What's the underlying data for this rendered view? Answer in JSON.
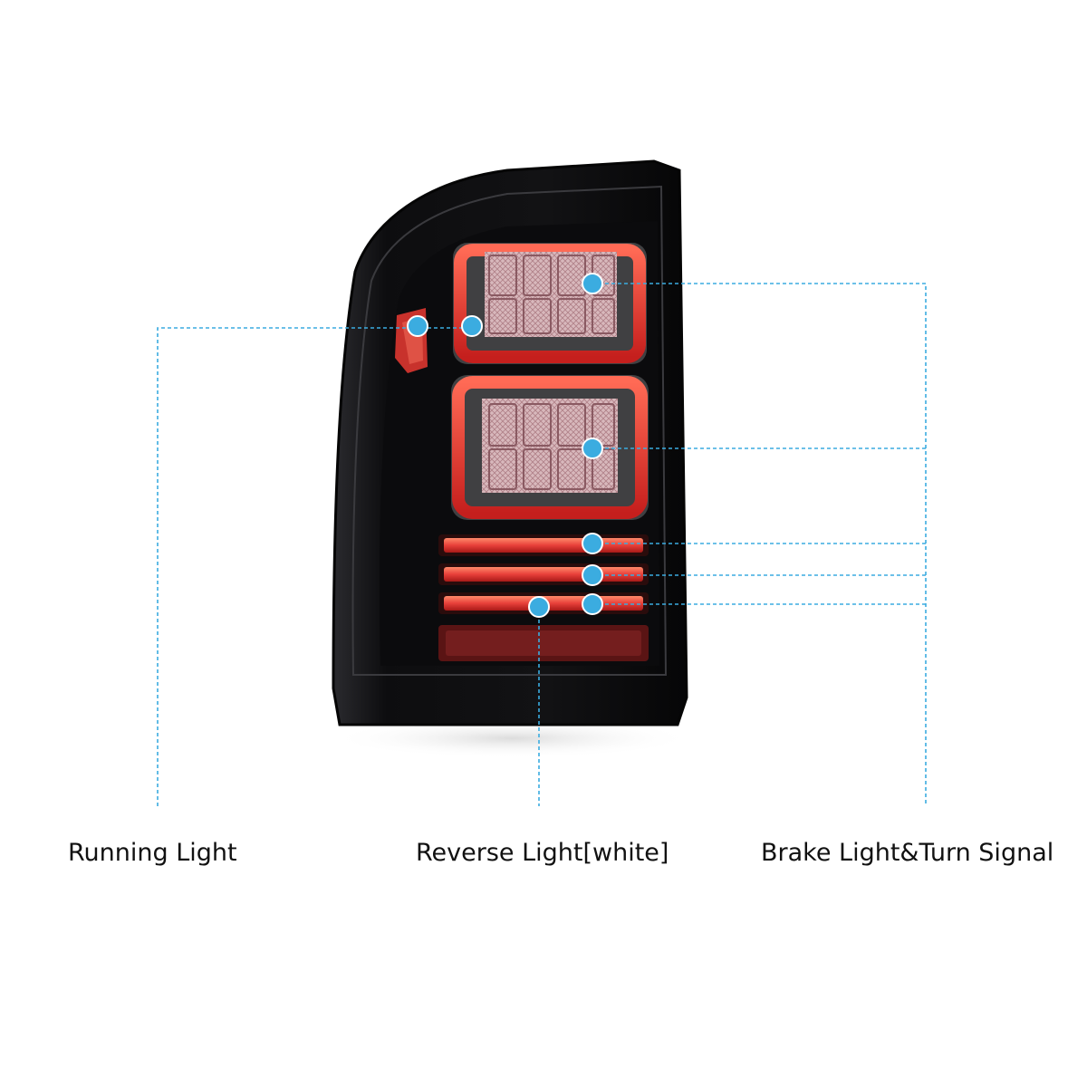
{
  "labels": {
    "running": "Running Light",
    "reverse": "Reverse Light[white]",
    "brake": "Brake Light&Turn Signal"
  },
  "colors": {
    "callout": "#3bace0",
    "housing": "#141416",
    "led_red": "#e8403a",
    "text": "#111111"
  }
}
